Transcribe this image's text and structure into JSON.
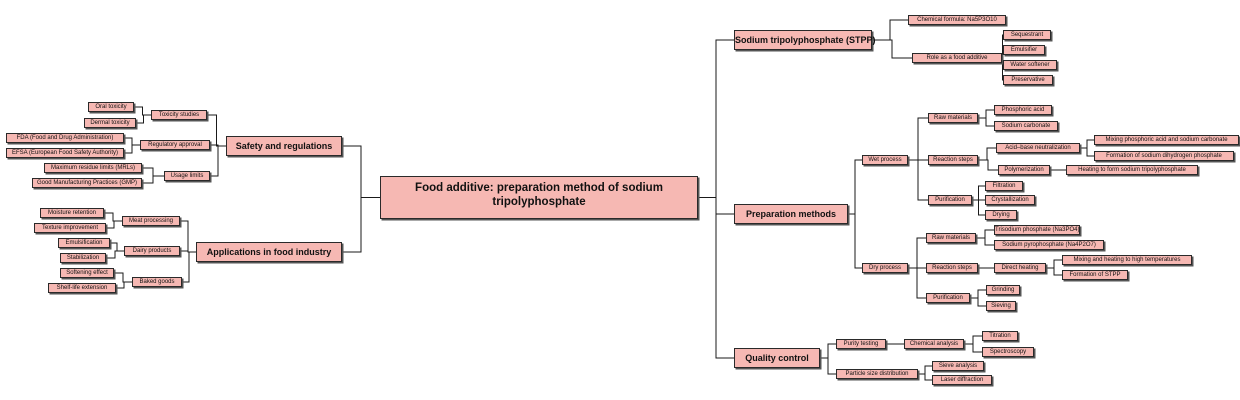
{
  "root": "Food additive: preparation method of sodium tripolyphosphate",
  "stpp": {
    "title": "Sodium tripolyphosphate (STPP)",
    "chemical_formula": "Chemical formula: Na5P3O10",
    "role": "Role as a food additive",
    "roles": [
      "Sequestrant",
      "Emulsifier",
      "Water softener",
      "Preservative"
    ]
  },
  "prep": {
    "title": "Preparation methods",
    "wet": {
      "title": "Wet process",
      "raw": "Raw materials",
      "raw_items": [
        "Phosphoric acid",
        "Sodium carbonate"
      ],
      "steps": "Reaction steps",
      "neutralization": "Acid–base neutralization",
      "neutralization_items": [
        "Mixing phosphoric acid and sodium carbonate",
        "Formation of sodium dihydrogen phosphate"
      ],
      "polymerization": "Polymerization",
      "polymerization_item": "Heating to form sodium tripolyphosphate",
      "purification": "Purification",
      "purification_items": [
        "Filtration",
        "Crystallization",
        "Drying"
      ]
    },
    "dry": {
      "title": "Dry process",
      "raw": "Raw materials",
      "raw_items": [
        "Trisodium phosphate (Na3PO4)",
        "Sodium pyrophosphate (Na4P2O7)"
      ],
      "steps": "Reaction steps",
      "direct": "Direct heating",
      "direct_items": [
        "Mixing and heating to high temperatures",
        "Formation of STPP"
      ],
      "purification": "Purification",
      "purification_items": [
        "Grinding",
        "Sieving"
      ]
    }
  },
  "qc": {
    "title": "Quality control",
    "purity": "Purity testing",
    "chemical": "Chemical analysis",
    "chemical_items": [
      "Titration",
      "Spectroscopy"
    ],
    "particle": "Particle size distribution",
    "particle_items": [
      "Sieve analysis",
      "Laser diffraction"
    ]
  },
  "safety": {
    "title": "Safety and regulations",
    "tox": "Toxicity studies",
    "tox_items": [
      "Oral toxicity",
      "Dermal toxicity"
    ],
    "reg": "Regulatory approval",
    "reg_items": [
      "FDA (Food and Drug Administration)",
      "EFSA (European Food Safety Authority)"
    ],
    "usage": "Usage limits",
    "usage_items": [
      "Maximum residue limits (MRLs)",
      "Good Manufacturing Practices (GMP)"
    ]
  },
  "apps": {
    "title": "Applications in food industry",
    "meat": "Meat processing",
    "meat_items": [
      "Moisture retention",
      "Texture improvement"
    ],
    "dairy": "Dairy products",
    "dairy_items": [
      "Emulsification",
      "Stabilization"
    ],
    "baked": "Baked goods",
    "baked_items": [
      "Softening effect",
      "Shelf-life extension"
    ]
  },
  "colors": {
    "node_fill": "#f6b8b3",
    "border": "#2a2a2a",
    "line": "#1a1a1a"
  }
}
